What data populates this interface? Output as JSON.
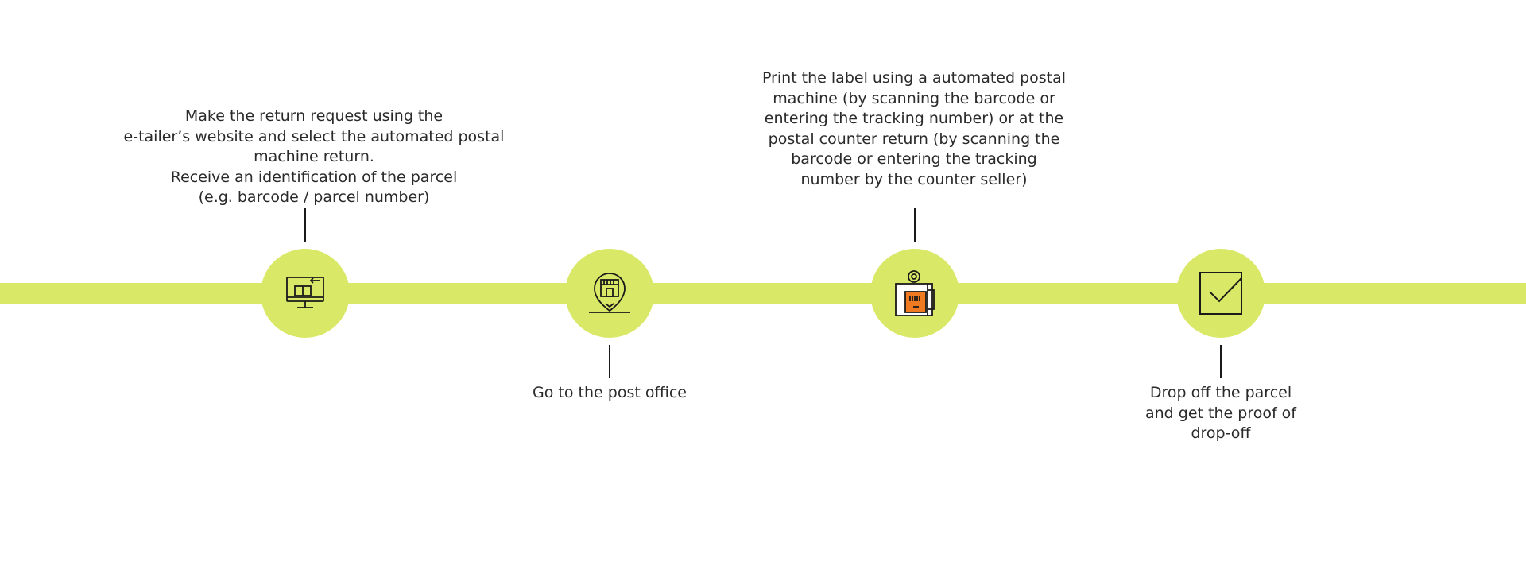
{
  "colors": {
    "accent": "#d9e866",
    "line": "#1a1a1a",
    "text": "#2a2a2a",
    "icon_highlight": "#f07a21"
  },
  "steps": [
    {
      "icon": "computer-return-icon",
      "text": "Make the return request using the\ne-tailer’s website and select the automated postal\nmachine return.\nReceive an identification of the parcel\n(e.g. barcode / parcel number)"
    },
    {
      "icon": "post-office-location-icon",
      "text": "Go to the post office"
    },
    {
      "icon": "parcel-machine-icon",
      "text": "Print the label using a automated postal\nmachine (by scanning the barcode or\nentering the tracking number) or at the\npostal counter return (by scanning the\nbarcode or entering the tracking\nnumber by the counter seller)"
    },
    {
      "icon": "drop-off-check-icon",
      "text": "Drop off the parcel\nand get the proof of\ndrop-off"
    }
  ]
}
